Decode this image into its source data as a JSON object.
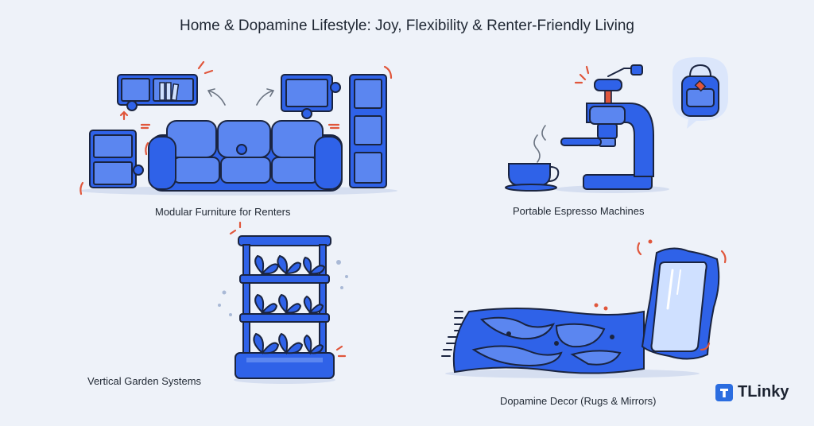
{
  "page": {
    "title": "Home & Dopamine Lifestyle: Joy, Flexibility & Renter-Friendly Living"
  },
  "sections": {
    "modular_furniture": {
      "caption": "Modular Furniture for Renters"
    },
    "espresso": {
      "caption": "Portable Espresso Machines"
    },
    "vertical_garden": {
      "caption": "Vertical Garden Systems"
    },
    "dopamine_decor": {
      "caption": "Dopamine Decor (Rugs & Mirrors)"
    }
  },
  "brand": {
    "name": "TLinky",
    "icon": "tlinky-logo-icon"
  },
  "colors": {
    "background": "#eef2f9",
    "primary_blue": "#2f62e8",
    "light_blue": "#5b86f0",
    "outline": "#1a2440",
    "accent_red": "#e0563b",
    "brand": "#2b6de0"
  }
}
